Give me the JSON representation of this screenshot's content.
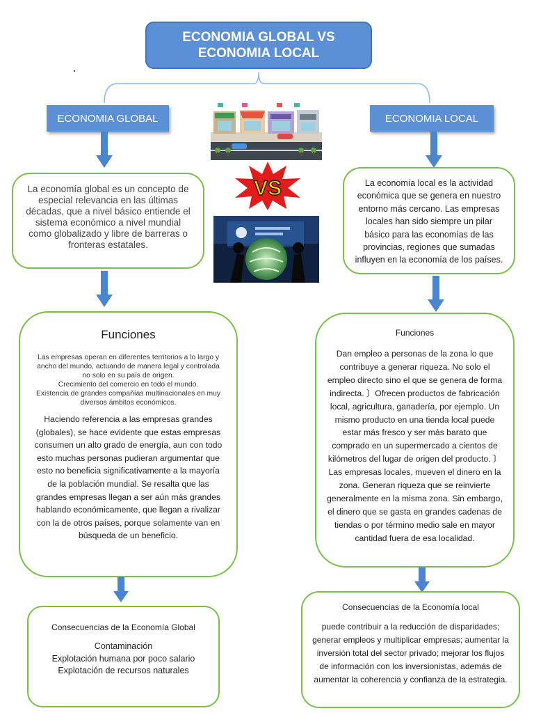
{
  "title": {
    "line1": "ECONOMIA GLOBAL VS",
    "line2": "ECONOMIA LOCAL"
  },
  "left": {
    "header": "ECONOMIA GLOBAL",
    "definition": "La economía global es un concepto de especial relevancia en las últimas décadas, que a nivel básico entiende el sistema económico a nivel mundial como globalizado y libre de barreras o fronteras estatales.",
    "functions_title": "Funciones",
    "functions_small": "Las empresas operan en diferentes territorios a lo largo y ancho del mundo, actuando de manera legal y controlada no solo en su país de origen.\nCrecimiento del comercio en todo el mundo.\nExistencia de grandes compañías multinacionales en muy diversos ámbitos económicos.",
    "functions_body": "Haciendo referencia a las empresas grandes (globales), se hace evidente que estas empresas consumen un alto grado de energía, aun con todo esto muchas personas pudieran argumentar que esto no beneficia significativamente a la mayoría de la población mundial. Se resalta que las grandes empresas llegan a ser aún más grandes hablando económicamente, que llegan a rivalizar con la de otros países, porque solamente van en búsqueda de un beneficio.",
    "consequences_title": "Consecuencias de la Economía Global",
    "consequences_items": [
      "Contaminación",
      "Explotación humana por poco salario",
      "Explotación de recursos naturales"
    ]
  },
  "right": {
    "header": "ECONOMIA LOCAL",
    "definition": "La economía local es la actividad económica que se genera en nuestro entorno más cercano. Las empresas locales han sido siempre un pilar básico para las economías de las provincias, regiones que sumadas influyen en la economía de los países.",
    "functions_title": "Funciones",
    "functions_body": "Dan empleo a personas de la zona lo que contribuye a generar riqueza. No solo el empleo directo sino el que se genera de forma indirecta. 〕Ofrecen productos de fabricación local, agricultura, ganadería, por ejemplo. Un mismo producto en una tienda local puede estar más fresco y ser más barato que comprado en un supermercado a cientos de kilómetros del lugar de origen del producto. 〕Las empresas locales, mueven el dinero en la zona. Generan riqueza que se reinvierte generalmente en la misma zona. Sin embargo, el dinero que se gasta en grandes cadenas de tiendas o por término medio sale en mayor cantidad fuera de esa localidad.",
    "consequences_title": "Consecuencias de la Economía local",
    "consequences_body": "puede contribuir a la reducción de disparidades; generar empleos y multiplicar empresas; aumentar la inversión total del sector privado; mejorar los flujos de información con los inversionistas, además de aumentar la coherencia y confianza de la estrategia."
  },
  "images": {
    "vs_text": "VS",
    "street": "illustration-street-shops",
    "money": "illustration-money-globe"
  },
  "colors": {
    "header_blue": "#5b8fd6",
    "arrow_blue": "#4a86d0",
    "box_green": "#7bbf4a",
    "vs_red": "#e21b1b",
    "vs_yellow": "#ffd400"
  }
}
